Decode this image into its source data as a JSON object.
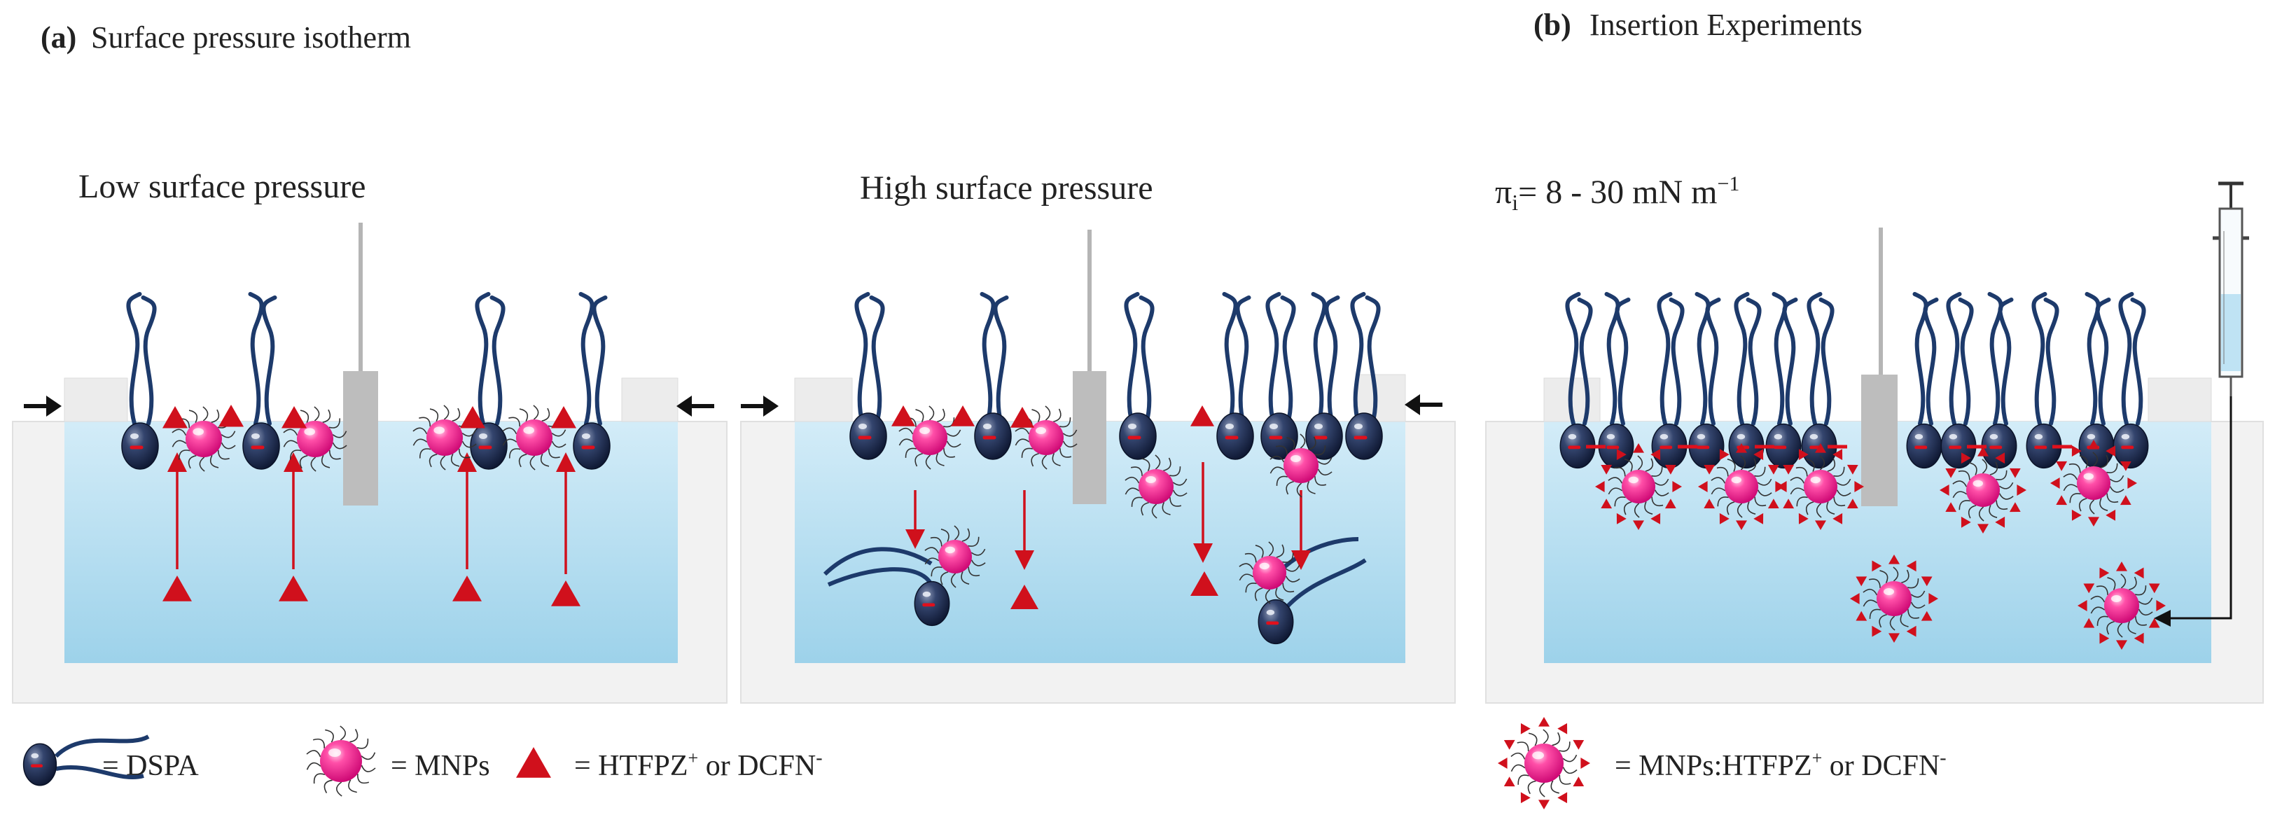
{
  "panel_a": {
    "label": "(a)",
    "title": "Surface pressure isotherm",
    "low_caption": "Low surface pressure",
    "high_caption": "High surface pressure"
  },
  "panel_b": {
    "label": "(b)",
    "title": "Insertion Experiments",
    "pressure_label": "π",
    "pressure_sub": "i",
    "pressure_value": "= 8 - 30 mN m",
    "pressure_exp": "−1"
  },
  "legend": {
    "dspa": "= DSPA",
    "mnps": "= MNPs",
    "drug_text": "= HTFPZ",
    "drug_plus": "+",
    "drug_or": " or DCFN",
    "drug_minus": "-",
    "complex_text": "= MNPs:HTFPZ",
    "complex_plus": "+",
    "complex_or": " or DCFN",
    "complex_minus": "-"
  },
  "colors": {
    "water_top": "#cfe9f6",
    "water_bottom": "#9fd3ea",
    "trough": "#f2f2f2",
    "lipid_head": "#1e2d4d",
    "lipid_tail": "#1d3a6b",
    "mnp": "#e8208a",
    "drug": "#d0101c"
  },
  "icons": [
    "barrier-arrow-icon",
    "syringe-icon",
    "wilhelmy-plate-icon"
  ]
}
